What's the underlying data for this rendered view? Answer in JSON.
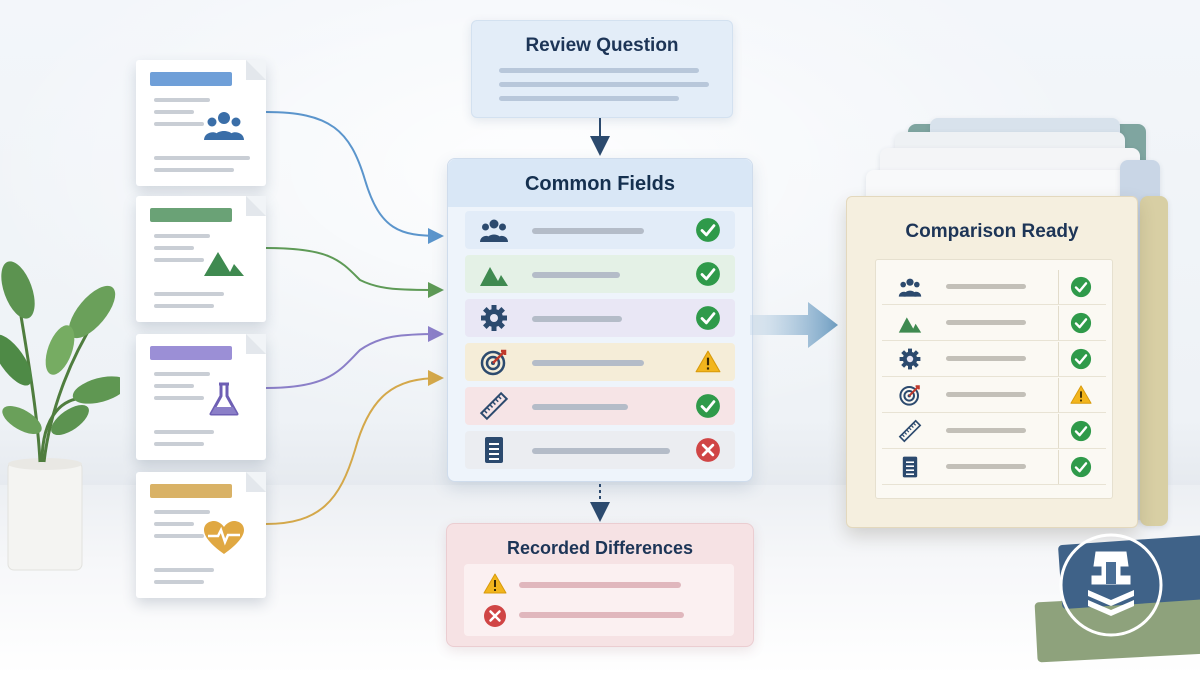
{
  "review_question": {
    "title": "Review Question"
  },
  "common_fields": {
    "title": "Common Fields",
    "rows": [
      {
        "icon": "people-icon",
        "status": "check",
        "color": "#e2ecf8"
      },
      {
        "icon": "mountain-icon",
        "status": "check",
        "color": "#e4f1e6"
      },
      {
        "icon": "gear-icon",
        "status": "check",
        "color": "#e9e7f5"
      },
      {
        "icon": "target-icon",
        "status": "warning",
        "color": "#f5edd8"
      },
      {
        "icon": "ruler-icon",
        "status": "check",
        "color": "#f6e4e6"
      },
      {
        "icon": "document-icon",
        "status": "error",
        "color": "#ebedf1"
      }
    ]
  },
  "recorded_differences": {
    "title": "Recorded Differences",
    "items": [
      {
        "status": "warning"
      },
      {
        "status": "error"
      }
    ]
  },
  "comparison": {
    "title": "Comparison Ready",
    "rows": [
      {
        "icon": "people-icon",
        "status": "check"
      },
      {
        "icon": "mountain-icon",
        "status": "check"
      },
      {
        "icon": "gear-icon",
        "status": "check"
      },
      {
        "icon": "target-icon",
        "status": "warning"
      },
      {
        "icon": "ruler-icon",
        "status": "check"
      },
      {
        "icon": "document-icon",
        "status": "check"
      }
    ]
  },
  "source_documents": [
    {
      "icon": "people-icon",
      "accent": "#6f9fd8",
      "wire": "#5b95cc"
    },
    {
      "icon": "mountain-icon",
      "accent": "#6aa276",
      "wire": "#5e9a56"
    },
    {
      "icon": "flask-icon",
      "accent": "#9b8fd6",
      "wire": "#8b7fc8"
    },
    {
      "icon": "heart-pulse-icon",
      "accent": "#d9b266",
      "wire": "#d4a84a"
    }
  ],
  "colors": {
    "navy": "#2c4a6e",
    "check": "#2f9a4a",
    "warning": "#f2b51d",
    "error": "#d04545",
    "arrow": "#6f9ec2"
  }
}
